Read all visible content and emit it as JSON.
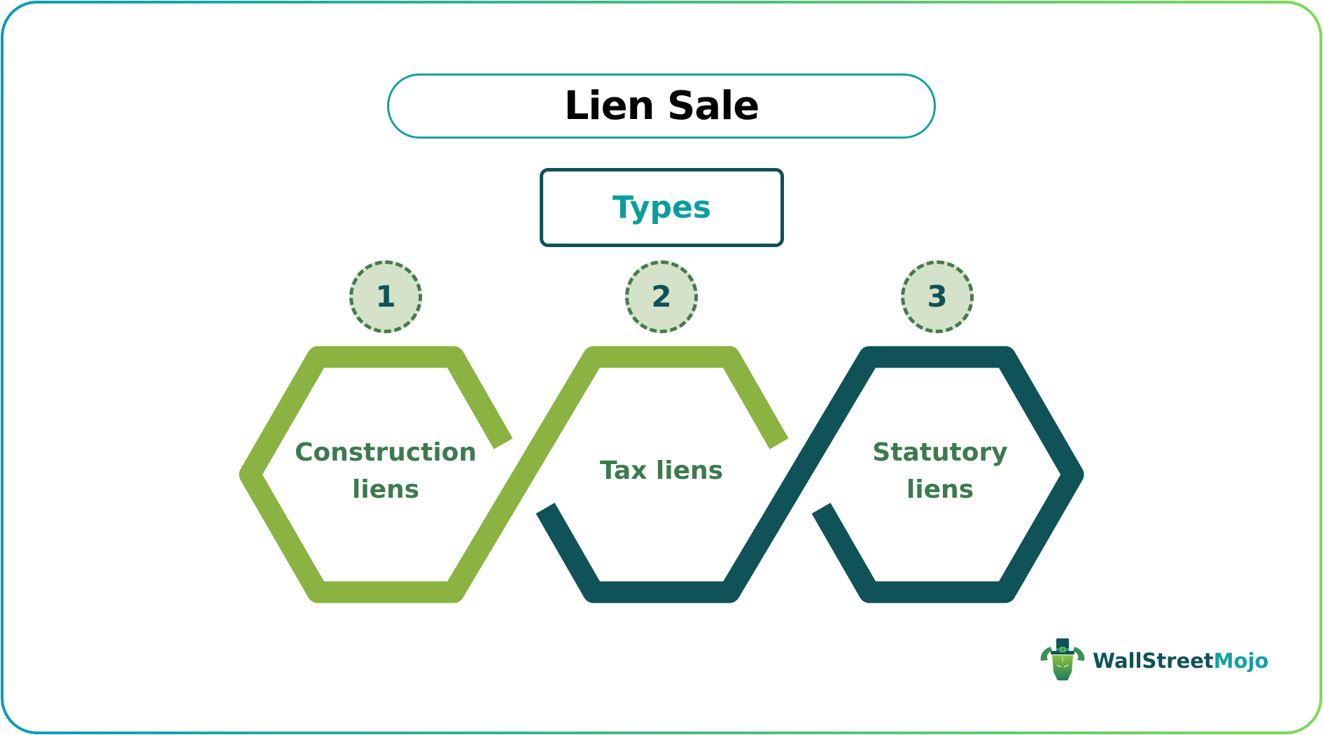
{
  "diagram": {
    "title": "Lien Sale",
    "subtitle": "Types",
    "items": [
      {
        "number": "1",
        "label_line1": "Construction",
        "label_line2": "liens",
        "color": "#8ab341"
      },
      {
        "number": "2",
        "label_line1": "Tax liens",
        "label_line2": "",
        "color": "#8ab341"
      },
      {
        "number": "3",
        "label_line1": "Statutory",
        "label_line2": "liens",
        "color": "#0f5257"
      }
    ]
  },
  "branding": {
    "logo_text_part1": "WallStreet",
    "logo_text_part2": "Mojo",
    "logo_icon": "bull-with-top-hat-icon"
  },
  "colors": {
    "frame_gradient_start": "#0a9cb5",
    "frame_gradient_end": "#7ed957",
    "title_border": "#14a0a0",
    "types_border": "#0f5257",
    "types_text": "#0a9e9a",
    "hex_green": "#8ab341",
    "hex_dark": "#0f5257",
    "label_text": "#3d7a4f",
    "circle_fill": "#d3e2c8",
    "circle_dash": "#47794f"
  }
}
